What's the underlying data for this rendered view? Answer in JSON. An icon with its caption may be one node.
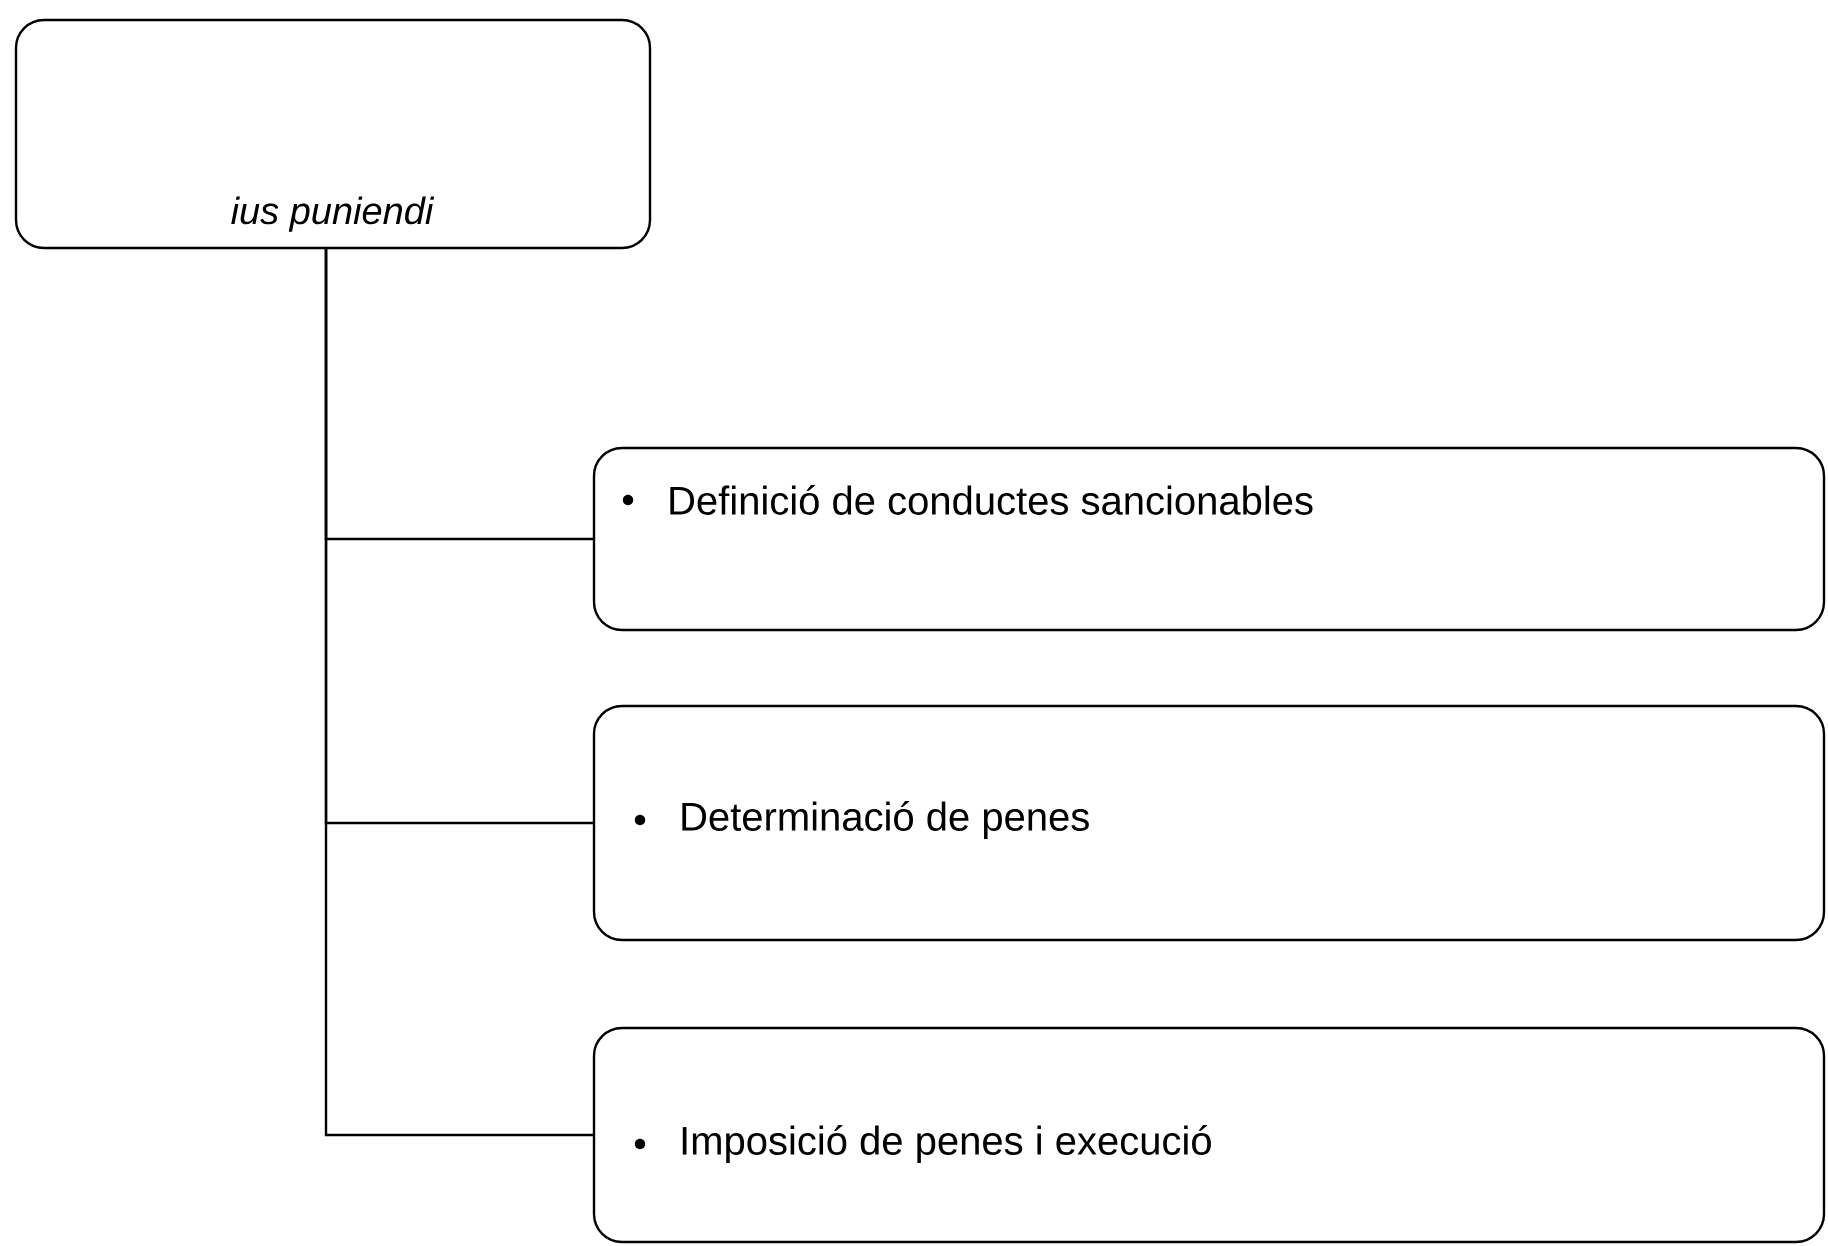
{
  "diagram": {
    "nodes": [
      {
        "text": [
          "*ius puniendi*"
        ]
      },
      {
        "text": [
          "Definició de conductes sancionables"
        ]
      },
      {
        "text": [
          "Determinació de penes"
        ]
      },
      {
        "text": [
          "Imposició de penes i execució"
        ]
      }
    ],
    "edges": [
      {
        "from": 0,
        "to": 1,
        "arrow": "none"
      },
      {
        "from": 0,
        "to": 2,
        "arrow": "none"
      },
      {
        "from": 0,
        "to": 3,
        "arrow": "none"
      }
    ]
  }
}
